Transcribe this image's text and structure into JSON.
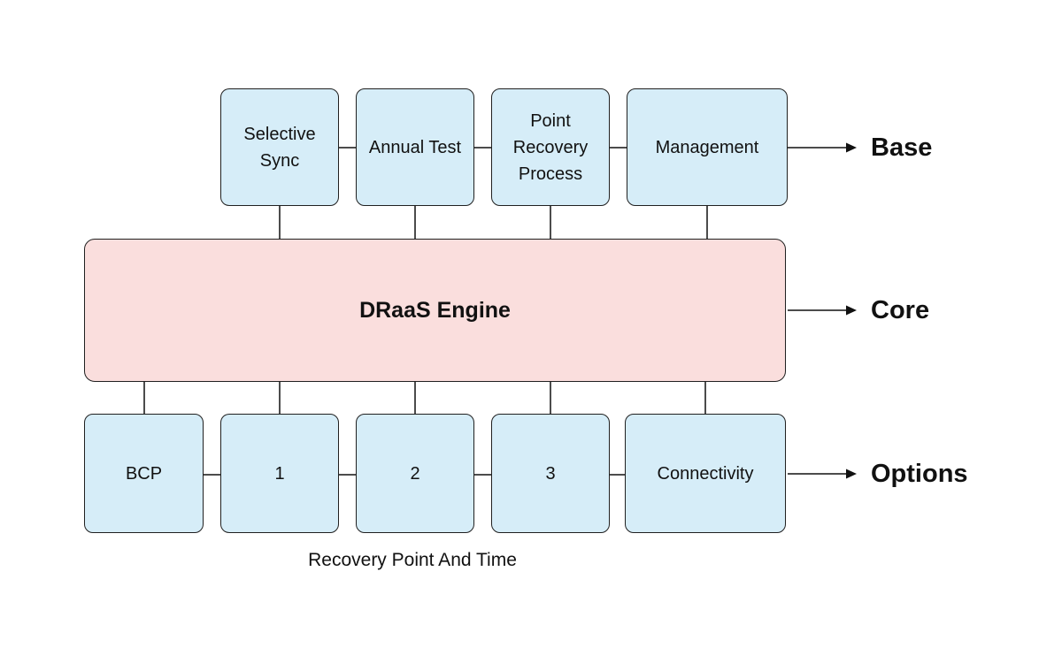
{
  "rows": {
    "base": {
      "side_label": "Base",
      "nodes": [
        {
          "label": "Selective Sync"
        },
        {
          "label": "Annual Test"
        },
        {
          "label": "Point Recovery Process"
        },
        {
          "label": "Management"
        }
      ]
    },
    "core": {
      "side_label": "Core",
      "engine_label": "DRaaS Engine"
    },
    "options": {
      "side_label": "Options",
      "nodes": [
        {
          "label": "BCP"
        },
        {
          "label": "1"
        },
        {
          "label": "2"
        },
        {
          "label": "3"
        },
        {
          "label": "Connectivity"
        }
      ]
    }
  },
  "caption": "Recovery Point And Time",
  "colors": {
    "node_fill": "#d6edf8",
    "engine_fill": "#fadedd",
    "stroke": "#111111",
    "text": "#111111"
  }
}
